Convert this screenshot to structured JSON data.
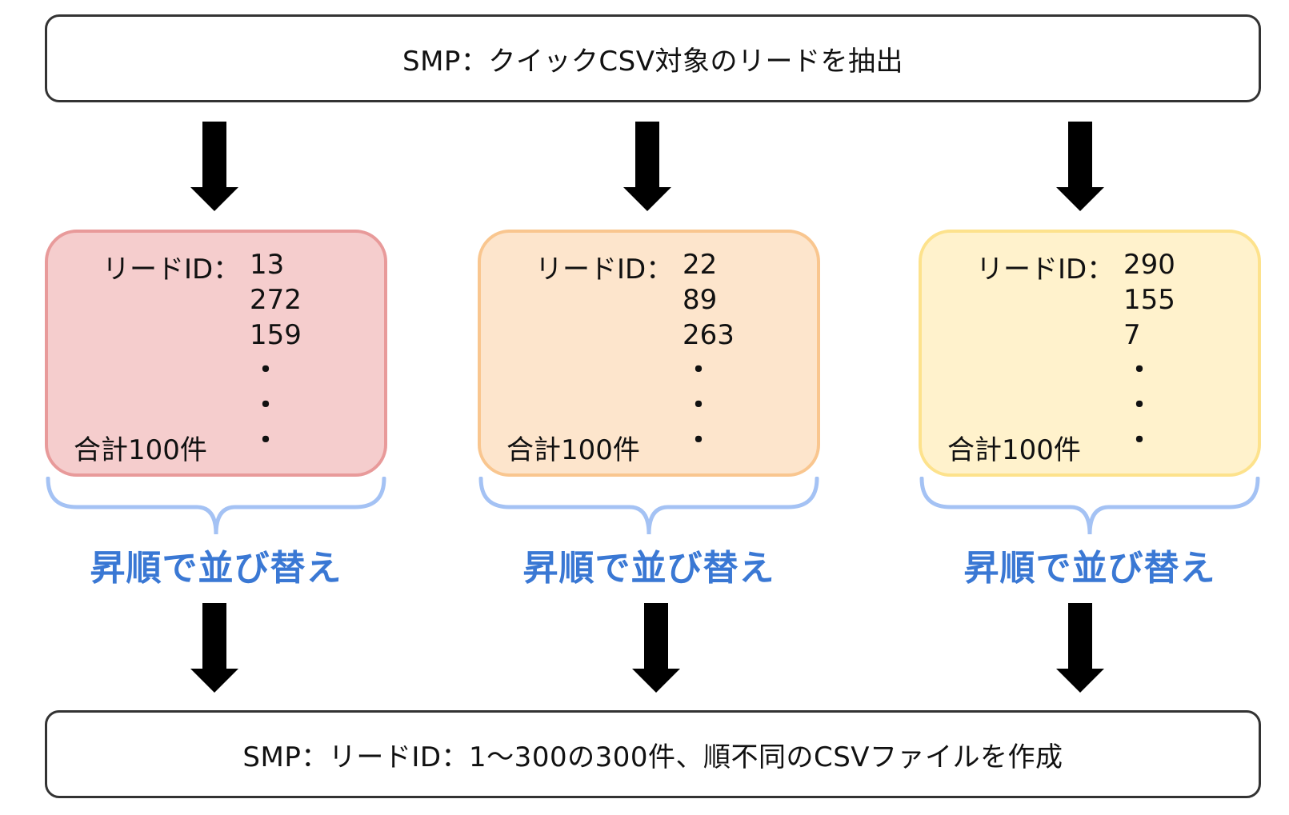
{
  "top_box": {
    "text": "SMP：クイックCSV対象のリードを抽出"
  },
  "groups": [
    {
      "color": "#f5cdcd",
      "border": "#e89a9a",
      "lead_label": "リードID：",
      "ids": [
        "13",
        "272",
        "159"
      ],
      "total": "合計100件",
      "dot": "・"
    },
    {
      "color": "#fde5cc",
      "border": "#f9c68f",
      "lead_label": "リードID：",
      "ids": [
        "22",
        "89",
        "263"
      ],
      "total": "合計100件",
      "dot": "・"
    },
    {
      "color": "#fff2cc",
      "border": "#fde28c",
      "lead_label": "リードID：",
      "ids": [
        "290",
        "155",
        "7"
      ],
      "total": "合計100件",
      "dot": "・"
    }
  ],
  "sort_label": "昇順で並び替え",
  "sort_color": "#3a78d4",
  "brace_color": "#a4c2f4",
  "bottom_box": {
    "text": "SMP：リードID：1～300の300件、順不同のCSVファイルを作成"
  }
}
